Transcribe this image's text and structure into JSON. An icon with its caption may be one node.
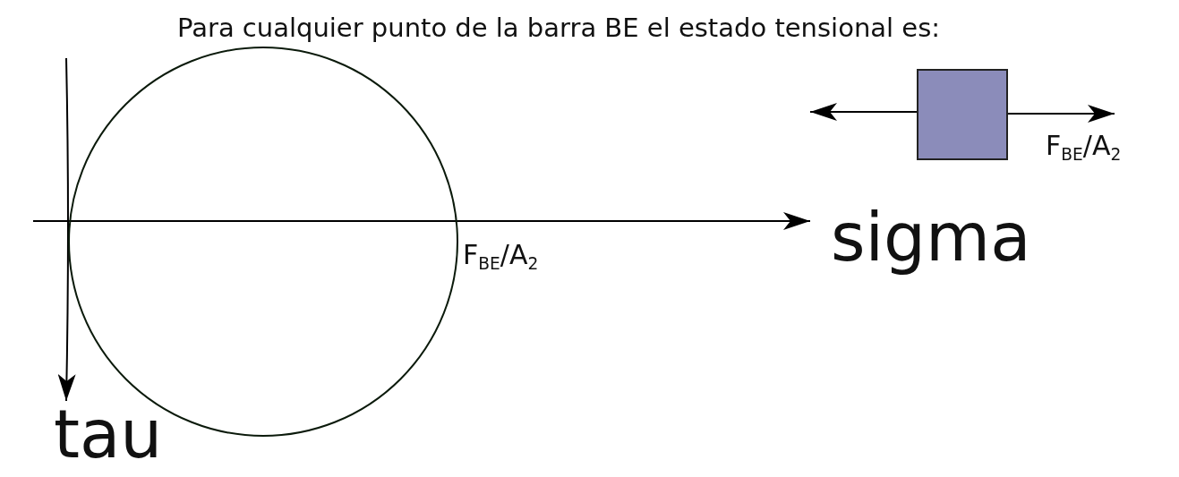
{
  "diagram": {
    "title": "Para cualquier punto de la barra BE el estado tensional es:",
    "nodes": [
      {
        "text": [],
        "shape": "circle"
      },
      {
        "text": [],
        "shape": "box",
        "beside": [
          "F$_{BE}$/A$_{2}$"
        ]
      }
    ],
    "labels": [
      "F$_{BE}$/A$_{2}$",
      "sigma",
      "tau"
    ]
  }
}
